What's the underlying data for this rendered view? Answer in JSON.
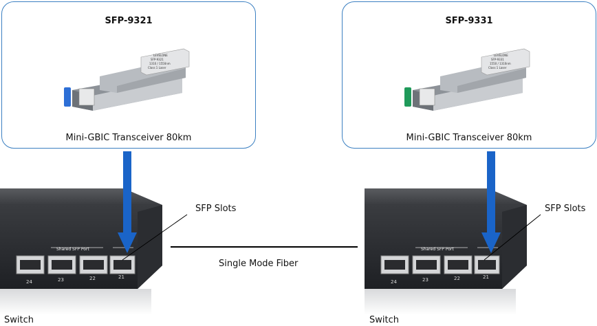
{
  "left_card": {
    "title": "SFP-9321",
    "caption": "Mini-GBIC Transceiver 80km",
    "module_label_lines": [
      "LEVELONE",
      "SFP-9321",
      "1310 / 1550nm",
      "Class 1 Laser"
    ],
    "latch_color": "#2d6fd6"
  },
  "right_card": {
    "title": "SFP-9331",
    "caption": "Mini-GBIC Transceiver 80km",
    "module_label_lines": [
      "LEVELONE",
      "SFP-9331",
      "1550 / 1310nm",
      "Class 1 Laser"
    ],
    "latch_color": "#1f9a5a"
  },
  "left_switch": {
    "slots_label": "SFP Slots",
    "shared_port_label": "Shared SFP Port",
    "port_numbers": [
      "24",
      "23",
      "22",
      "21"
    ],
    "caption": "Switch"
  },
  "right_switch": {
    "slots_label": "SFP Slots",
    "shared_port_label": "Shared SFP Port",
    "port_numbers": [
      "24",
      "23",
      "22",
      "21"
    ],
    "caption": "Switch"
  },
  "fiber": {
    "label": "Single Mode Fiber"
  },
  "colors": {
    "card_border": "#3a7fc1",
    "arrow": "#1a64c8",
    "chassis": "#2a2c30"
  }
}
